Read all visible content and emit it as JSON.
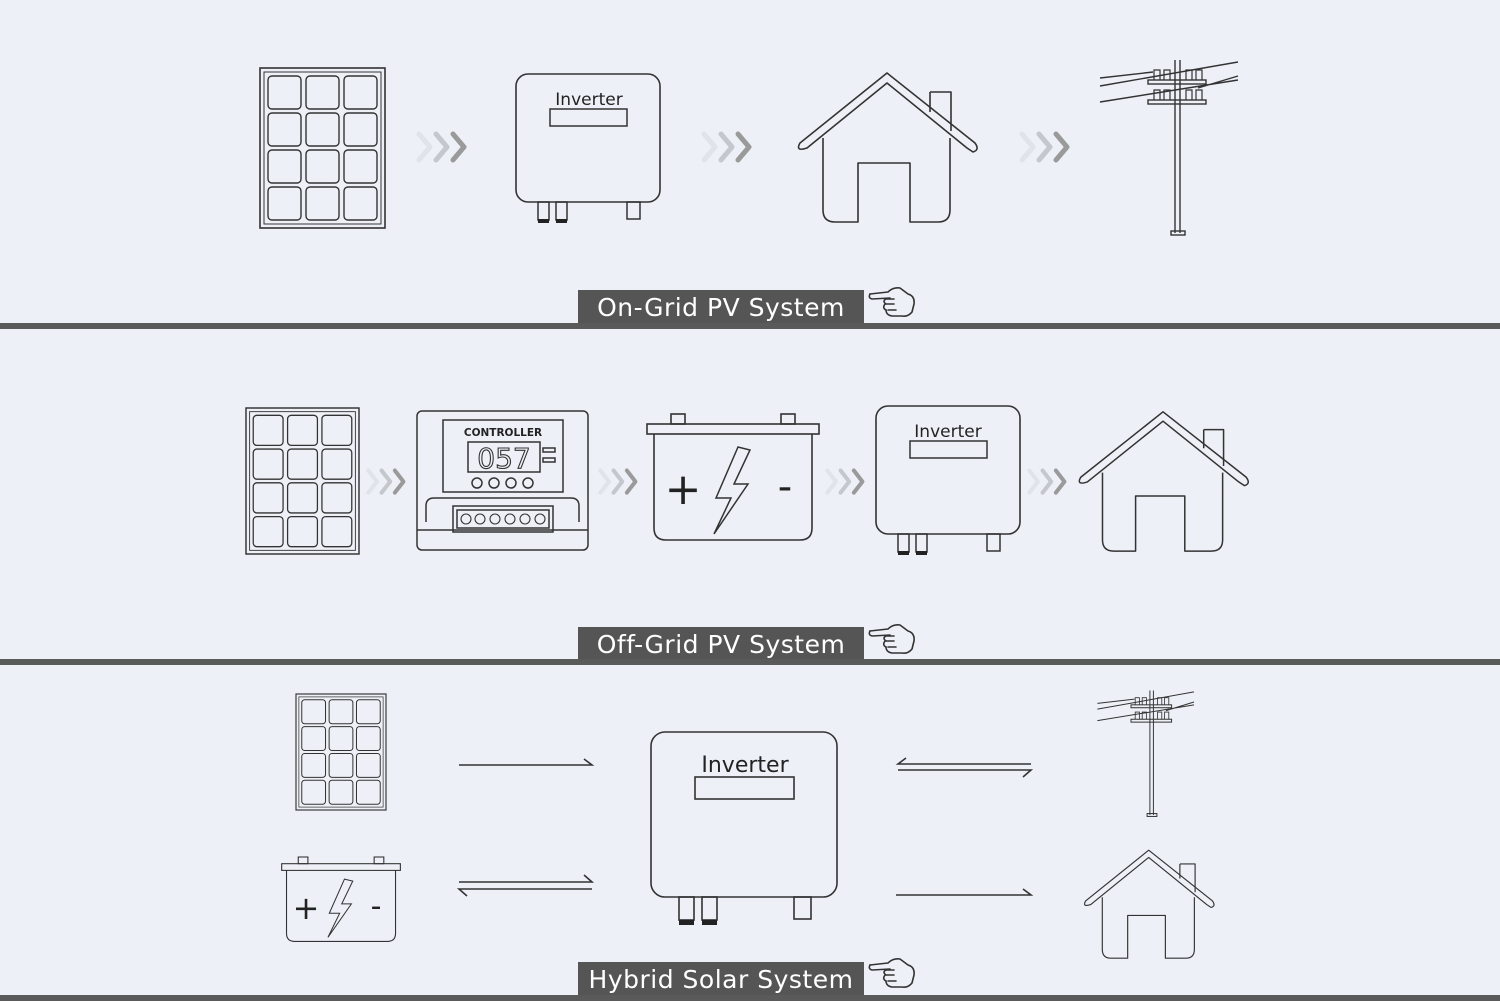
{
  "sections": [
    {
      "title": "On-Grid PV System"
    },
    {
      "title": "Off-Grid PV System"
    },
    {
      "title": "Hybrid Solar System"
    }
  ],
  "devices": {
    "inverter_label": "Inverter",
    "controller_label": "CONTROLLER",
    "controller_display": "057",
    "battery_plus": "+",
    "battery_minus": "-"
  },
  "colors": {
    "background": "#edf1f7",
    "line_art": "#333333",
    "label_bg": "#555555",
    "divider": "#5a5a5a",
    "chevron": "#9a9a9a"
  },
  "icons": [
    "solar-panel-icon",
    "inverter-icon",
    "house-icon",
    "power-pole-icon",
    "charge-controller-icon",
    "battery-icon",
    "chevron-arrows-icon",
    "pointing-hand-icon",
    "arrow-right-icon",
    "bidirectional-arrow-icon"
  ]
}
